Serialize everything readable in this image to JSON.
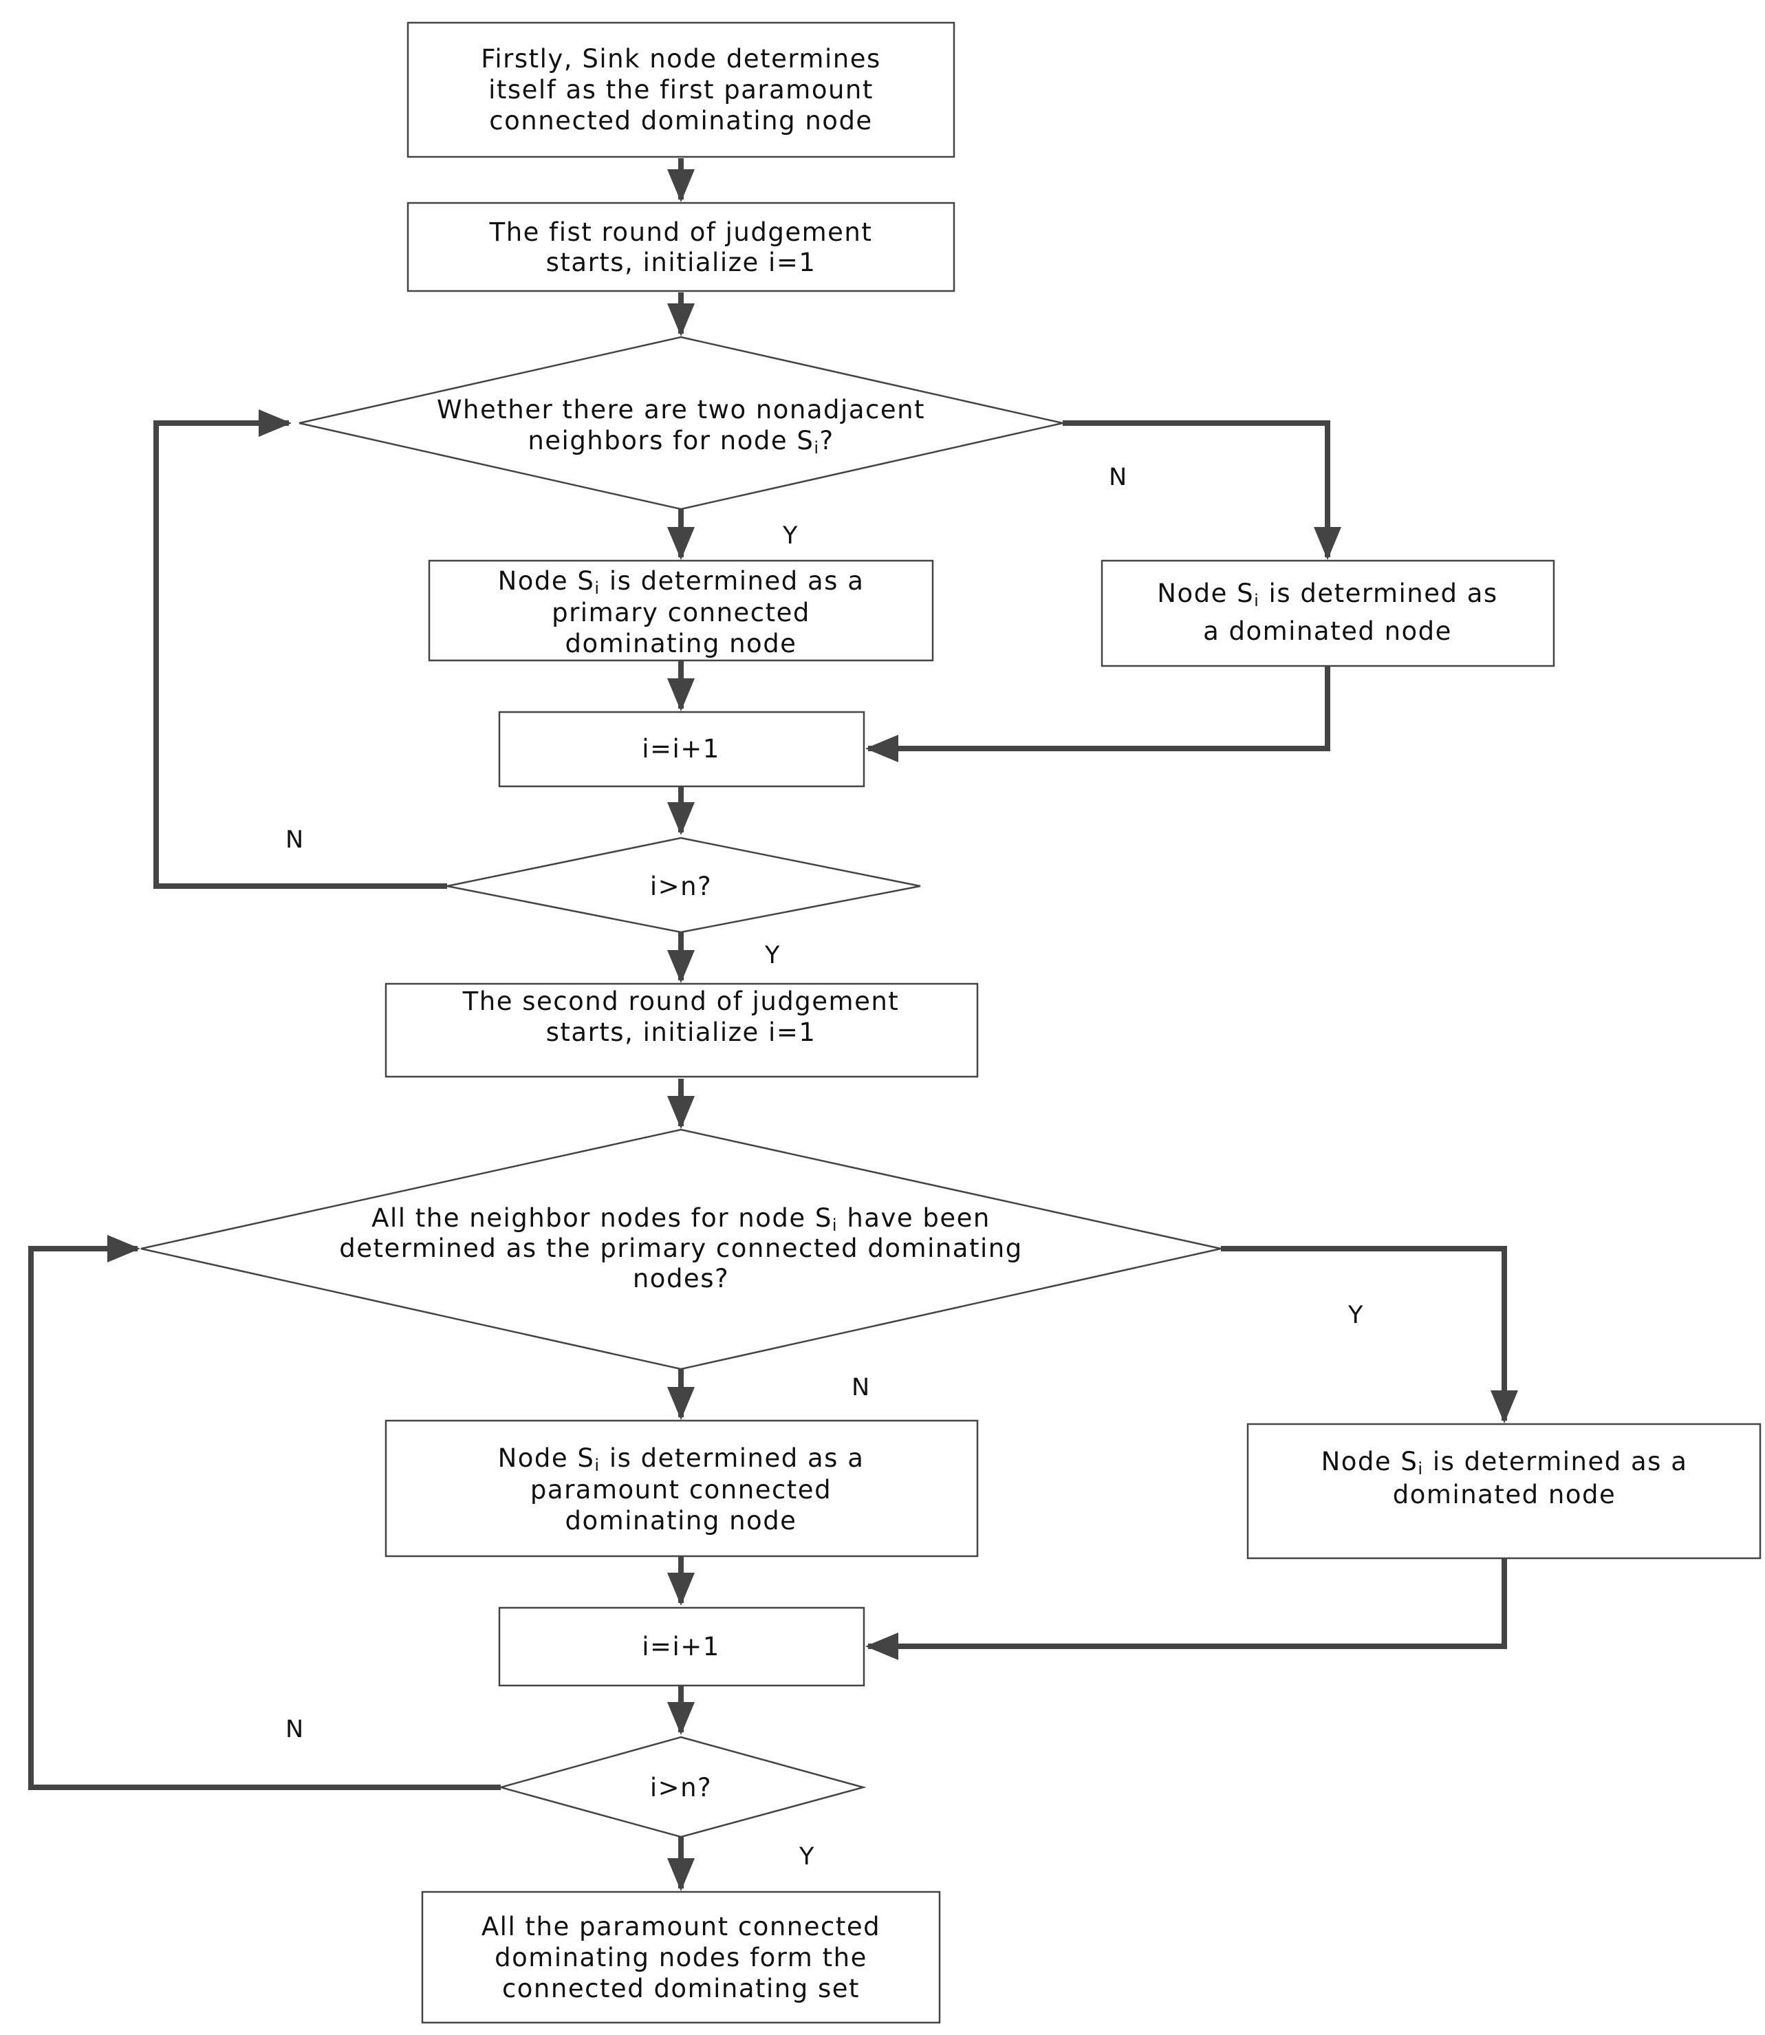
{
  "nodes": {
    "start": [
      "Firstly, Sink node determines",
      "itself as the first paramount",
      "connected dominating node"
    ],
    "round1_start": [
      "The fist round of judgement",
      "starts, initialize i=1"
    ],
    "decision1": [
      "Whether there are two nonadjacent",
      "neighbors for node S",
      "?"
    ],
    "primary_node": [
      "Node S",
      " is determined as a",
      "primary connected",
      "dominating node"
    ],
    "dominated_node_1": [
      "Node S",
      " is determined as",
      "a  dominated node"
    ],
    "increment_1": "i=i+1",
    "check_1": "i>n?",
    "round2_start": [
      "The second round of  judgement",
      "starts, initialize i=1"
    ],
    "decision2": [
      "All the neighbor nodes for node S",
      " have been",
      "determined as the primary connected dominating",
      "nodes?"
    ],
    "paramount_node": [
      "Node S",
      " is determined as a",
      "paramount connected",
      "dominating node"
    ],
    "dominated_node_2": [
      "Node S",
      " is determined as a",
      "dominated node"
    ],
    "increment_2": "i=i+1",
    "check_2": "i>n?",
    "end": [
      "All the paramount connected",
      "dominating nodes form the",
      "connected dominating set"
    ],
    "subscript": "i"
  },
  "branches": {
    "decision1_no": "N",
    "decision1_yes": "Y",
    "check1_no": "N",
    "check1_yes": "Y",
    "decision2_yes": "Y",
    "decision2_no": "N",
    "check2_no": "N",
    "check2_yes": "Y"
  },
  "colors": {
    "line": "#444444",
    "text": "#111111",
    "background": "#ffffff"
  }
}
